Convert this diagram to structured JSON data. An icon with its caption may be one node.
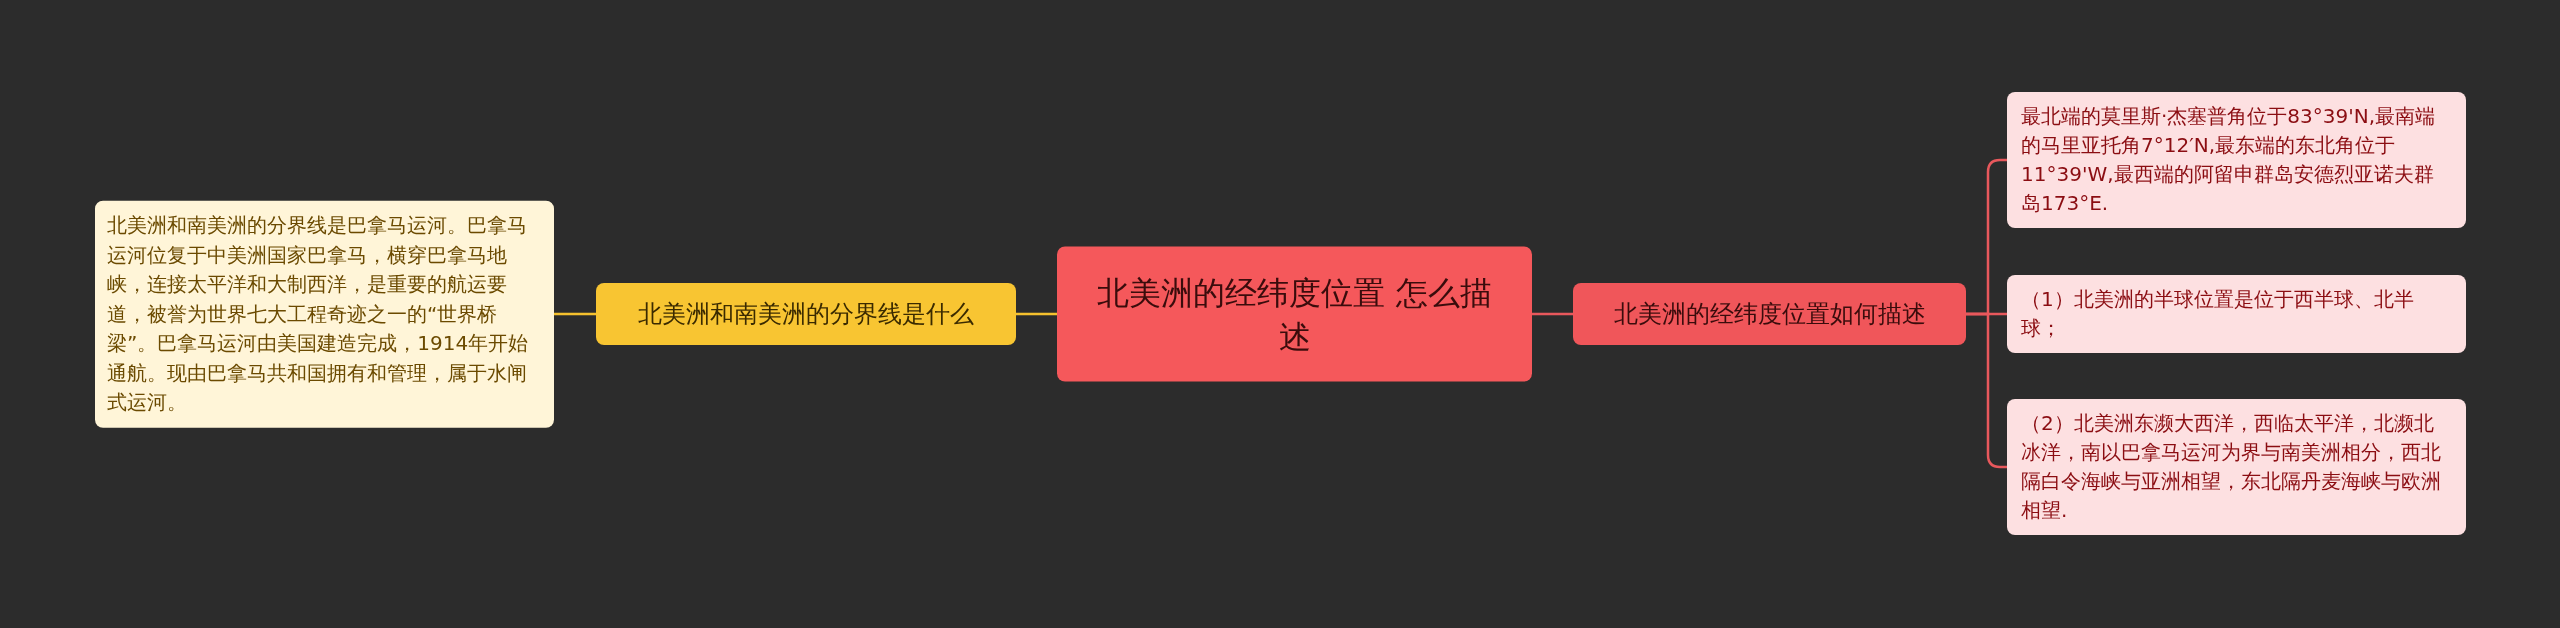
{
  "diagram": {
    "nodes": [
      {
        "text": [
          "北美洲的经纬度位置 怎么描述"
        ]
      },
      {
        "text": [
          "北美洲和南美洲的分界线是什么"
        ]
      },
      {
        "text": [
          "北美洲和南美洲的分界线是巴拿马运河。巴拿马运河位复于中美洲国家巴拿马，横穿巴拿马地峡，连接太平洋和大制西洋，是重要的航运要道，被誉为世界七大工程奇迹之一的“世界桥梁”。巴拿马运河由美国建造完成，1914年开始通航。现由巴拿马共和国拥有和管理，属于水闸式运河。"
        ]
      },
      {
        "text": [
          "北美洲的经纬度位置如何描述"
        ]
      },
      {
        "text": [
          "最北端的莫里斯·杰塞普角位于83°39'N,最南端的马里亚托角7°12′N,最东端的东北角位于11°39'W,最西端的阿留申群岛安德烈亚诺夫群岛173°E."
        ]
      },
      {
        "text": [
          "（1）北美洲的半球位置是位于西半球、北半球；"
        ]
      },
      {
        "text": [
          "（2）北美洲东濒大西洋，西临太平洋，北濒北冰洋，南以巴拿马运河为界与南美洲相分，西北隔白令海峡与亚洲相望，东北隔丹麦海峡与欧洲相望."
        ]
      }
    ],
    "edges": [
      {
        "from": 0,
        "to": 1,
        "arrow": "none",
        "color": "#f5c12e"
      },
      {
        "from": 1,
        "to": 2,
        "arrow": "none",
        "color": "#f5c12e"
      },
      {
        "from": 0,
        "to": 3,
        "arrow": "none"
      },
      {
        "from": 3,
        "to": 4,
        "arrow": "none"
      },
      {
        "from": 3,
        "to": 5,
        "arrow": "none"
      },
      {
        "from": 3,
        "to": 6,
        "arrow": "none"
      }
    ]
  }
}
